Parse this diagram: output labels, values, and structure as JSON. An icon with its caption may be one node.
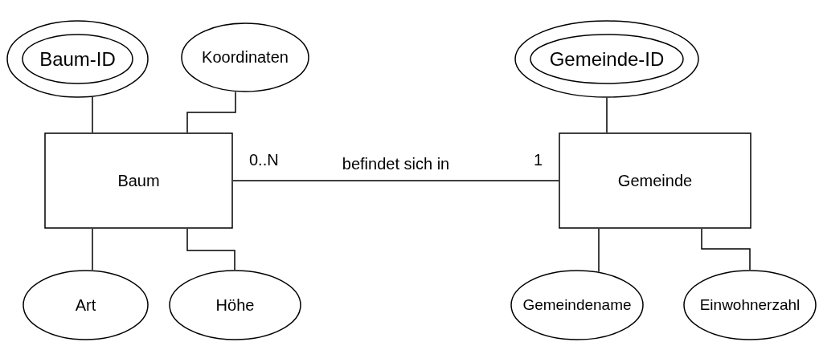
{
  "diagram": {
    "nodes": [
      {
        "text": [
          "Baum-ID"
        ]
      },
      {
        "text": [
          "Koordinaten"
        ]
      },
      {
        "text": [
          "Baum"
        ]
      },
      {
        "text": [
          "Art"
        ]
      },
      {
        "text": [
          "Höhe"
        ]
      },
      {
        "text": [
          "Gemeinde-ID"
        ]
      },
      {
        "text": [
          "Gemeinde"
        ]
      },
      {
        "text": [
          "Gemeindename"
        ]
      },
      {
        "text": [
          "Einwohnerzahl"
        ]
      }
    ],
    "edges": [
      {
        "from": 0,
        "to": 2,
        "arrow": "none"
      },
      {
        "from": 1,
        "to": 2,
        "arrow": "none"
      },
      {
        "from": 2,
        "to": 3,
        "arrow": "none"
      },
      {
        "from": 2,
        "to": 4,
        "arrow": "none"
      },
      {
        "from": 2,
        "to": 6,
        "arrow": "none",
        "label": "befindet sich in"
      },
      {
        "from": 5,
        "to": 6,
        "arrow": "none"
      },
      {
        "from": 6,
        "to": 7,
        "arrow": "none"
      },
      {
        "from": 6,
        "to": 8,
        "arrow": "none"
      }
    ],
    "labels": [
      "0..N",
      "1"
    ]
  }
}
